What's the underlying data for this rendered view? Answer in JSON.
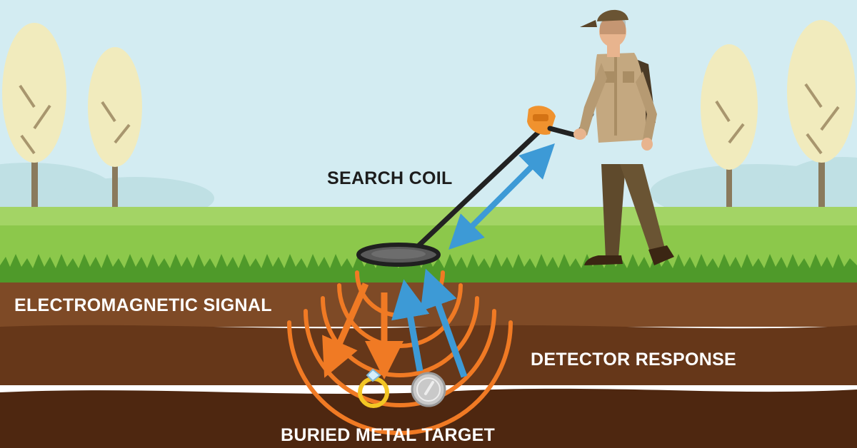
{
  "labels": {
    "search_coil": "SEARCH COIL",
    "signal": "ELECTROMAGNETIC SIGNAL",
    "response": "DETECTOR RESPONSE",
    "target": "BURIED METAL TARGET"
  },
  "colors": {
    "sky": "#d3ecf2",
    "grass": "#8cc84b",
    "grass_dark": "#4f9a2a",
    "soil_top": "#7e4a26",
    "soil_mid": "#663719",
    "soil_deep": "#4e2710",
    "signal": "#f07a24",
    "response": "#3d9ad6",
    "label_dark": "#1d1d1d",
    "label_light": "#ffffff"
  },
  "icons": [
    "tree-icon",
    "metal-detector-icon",
    "person-icon",
    "ring-icon",
    "coin-icon"
  ]
}
